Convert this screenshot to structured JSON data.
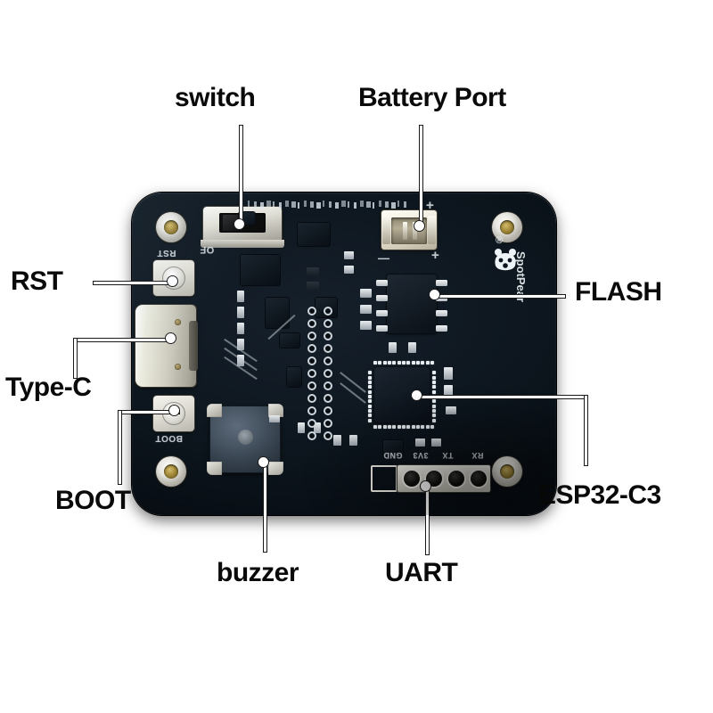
{
  "image": {
    "subject": "ESP32-C3 development board annotated photo",
    "background_color": "#ffffff",
    "label_color": "#0a0a0a",
    "pcb_color": "#0d161e"
  },
  "labels": [
    {
      "id": "switch",
      "text": "switch",
      "font_size": 30
    },
    {
      "id": "battery_port",
      "text": "Battery Port",
      "font_size": 30
    },
    {
      "id": "rst",
      "text": "RST",
      "font_size": 30
    },
    {
      "id": "flash",
      "text": "FLASH",
      "font_size": 30
    },
    {
      "id": "typec",
      "text": "Type-C",
      "font_size": 30
    },
    {
      "id": "boot",
      "text": "BOOT",
      "font_size": 30
    },
    {
      "id": "esp32c3",
      "text": "ESP32-C3",
      "font_size": 30
    },
    {
      "id": "buzzer",
      "text": "buzzer",
      "font_size": 30
    },
    {
      "id": "uart",
      "text": "UART",
      "font_size": 30
    }
  ],
  "silkscreen": {
    "switch_off": "OF",
    "rst": "RST",
    "boot": "BOOT",
    "battery_plus": "+",
    "battery_minus": "—",
    "header_pins": [
      "GND",
      "3V3",
      "TX",
      "RX"
    ],
    "brand": "SpotPear",
    "registered": "®"
  },
  "components": [
    {
      "name": "slide-switch",
      "label": "switch"
    },
    {
      "name": "battery-connector",
      "label": "Battery Port"
    },
    {
      "name": "reset-button",
      "label": "RST"
    },
    {
      "name": "flash-memory-chip",
      "label": "FLASH"
    },
    {
      "name": "usb-type-c-port",
      "label": "Type-C"
    },
    {
      "name": "boot-button",
      "label": "BOOT"
    },
    {
      "name": "esp32-c3-soc",
      "label": "ESP32-C3"
    },
    {
      "name": "piezo-buzzer",
      "label": "buzzer"
    },
    {
      "name": "uart-pin-header",
      "label": "UART"
    }
  ]
}
